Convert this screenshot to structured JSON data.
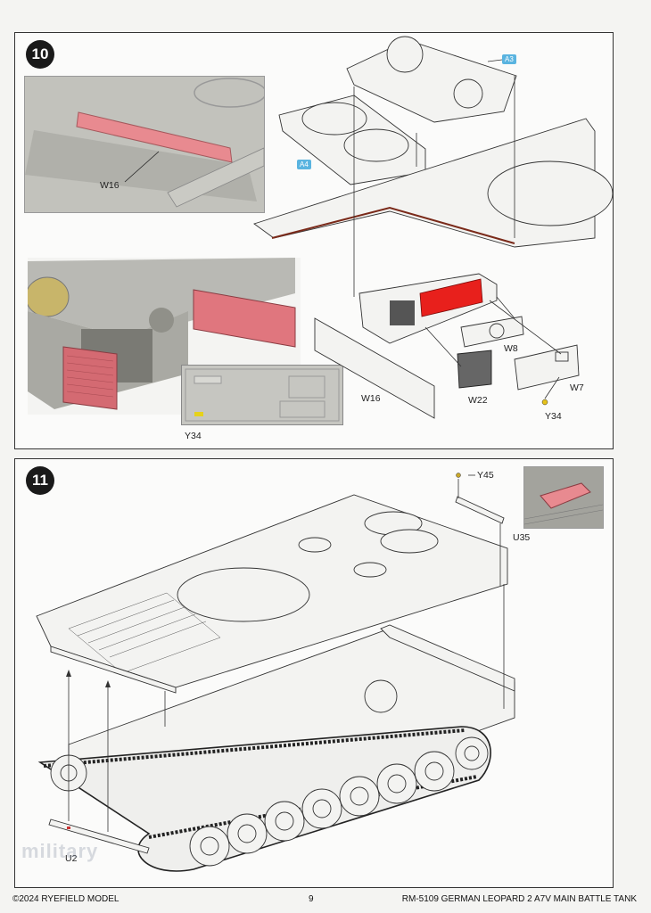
{
  "steps": [
    {
      "number": "10"
    },
    {
      "number": "11"
    }
  ],
  "step10_labels": {
    "w16_photo": "W16",
    "a3": "A3",
    "a4": "A4",
    "w8": "W8",
    "w22": "W22",
    "w7": "W7",
    "y34_right": "Y34",
    "w16_part": "W16",
    "y34_photo": "Y34"
  },
  "step11_labels": {
    "y45": "Y45",
    "u35": "U35",
    "u2": "U2"
  },
  "footer": {
    "copyright": "©2024 RYEFIELD MODEL",
    "page": "9",
    "product": "RM-5109 GERMAN LEOPARD  2 A7V MAIN BATTLE TANK"
  },
  "colors": {
    "highlight_pink": "#e88a90",
    "highlight_red": "#e8201c",
    "callout_blue": "#5ab4e0"
  }
}
